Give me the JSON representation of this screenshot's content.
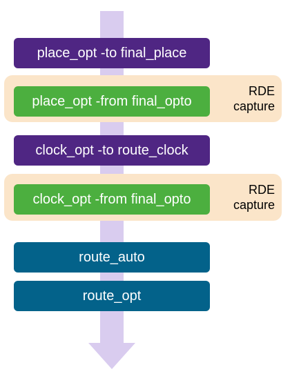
{
  "colors": {
    "arrow": "#d9ccef",
    "purple_step": "#4f2683",
    "green_step": "#4caf3f",
    "teal_step": "#03628a",
    "highlight_band": "#fbe5c9",
    "step_text": "#ffffff"
  },
  "steps": [
    {
      "label": "place_opt -to final_place",
      "style": "purple"
    },
    {
      "label": "place_opt -from final_opto",
      "style": "green"
    },
    {
      "label": "clock_opt -to route_clock",
      "style": "purple"
    },
    {
      "label": "clock_opt -from final_opto",
      "style": "green"
    },
    {
      "label": "route_auto",
      "style": "teal"
    },
    {
      "label": "route_opt",
      "style": "teal"
    }
  ],
  "bands": [
    {
      "label_line1": "RDE",
      "label_line2": "capture"
    },
    {
      "label_line1": "RDE",
      "label_line2": "capture"
    }
  ]
}
